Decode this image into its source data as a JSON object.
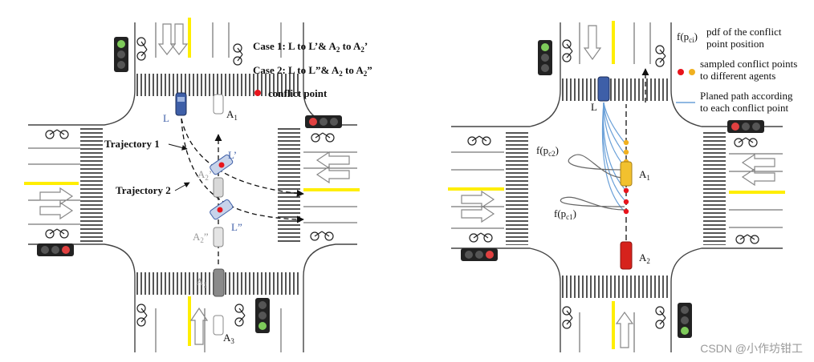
{
  "left": {
    "legend": {
      "case1_prefix": "Case 1: L to L",
      "case1_mid": "& A",
      "case1_sub": "2",
      "case1_to": " to A",
      "case1_end": "’",
      "case1_prime": "’",
      "case2_prefix": "Case 2: L to L",
      "case2_prime": "”",
      "case2_mid": "& A",
      "case2_sub": "2",
      "case2_to": " to A",
      "case2_end": "”",
      "conflict": "conflict point"
    },
    "labels": {
      "L": "L",
      "A1": "A",
      "A1_sub": "1",
      "L_prime": "L’",
      "L_dprime": "L”",
      "A2_prime": "A",
      "A2_prime_sub": "2",
      "A2_prime_mark": "’",
      "A2_dprime": "A",
      "A2_dprime_sub": "2",
      "A2_dprime_mark": "”",
      "A2": "A",
      "A2_sub": "2",
      "A3": "A",
      "A3_sub": "3",
      "traj1": "Trajectory 1",
      "traj2": "Trajectory 2"
    }
  },
  "right": {
    "legend": {
      "pdf_a": "f(p",
      "pdf_sub": "ci",
      "pdf_b": ")",
      "pdf_line1": "pdf of the conflict",
      "pdf_line2": "point position",
      "sampled_line1": "sampled conflict points",
      "sampled_line2": "to different agents",
      "planned_line1": "Planed path according",
      "planned_line2": "to each conflict point"
    },
    "labels": {
      "L": "L",
      "fpc2_a": "f(p",
      "fpc2_sub": "c2",
      "fpc2_b": ")",
      "fpc1_a": "f(p",
      "fpc1_sub": "c1",
      "fpc1_b": ")",
      "A1": "A",
      "A1_sub": "1",
      "A2": "A",
      "A2_sub": "2"
    }
  },
  "watermark": "CSDN @小作坊钳工",
  "colors": {
    "conflict_red": "#e8141c",
    "sampled_orange": "#f0b020",
    "planned_path_blue": "#6aa0d8",
    "lane_yellow": "#ffee00",
    "car_blue": "#3e5fa8",
    "car_gray": "#9c9c9c",
    "car_red": "#d6221c",
    "car_yellow": "#f2c12e"
  }
}
